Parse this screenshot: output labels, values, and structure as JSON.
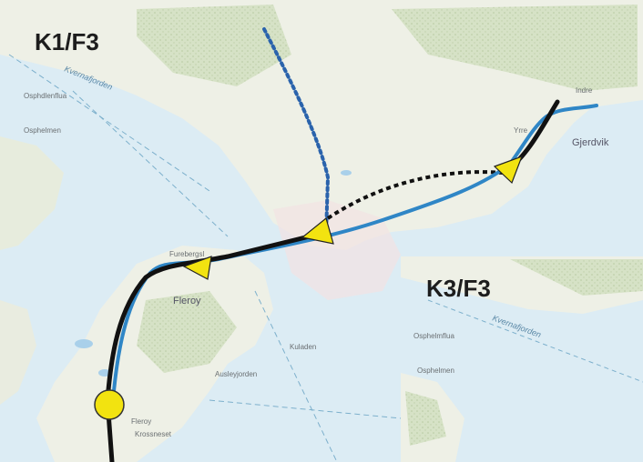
{
  "labels": {
    "main_label": "K1/F3",
    "inset_label": "K3/F3"
  },
  "places": {
    "gjerdvik": "Gjerdvik",
    "yrre": "Yrre",
    "fleroy": "Fleroy",
    "furebergsl": "Furebergsl",
    "fleroy_south": "Fleroy",
    "krossneset": "Krossneset",
    "osphdlenflua": "Osphdlenflua",
    "osphelmen": "Osphelmen",
    "auslegjorden": "Ausleyjorden",
    "kuladen": "Kuladen",
    "indre": "Indre",
    "inset_osphelmflua": "Osphelmflua",
    "inset_osphelmen": "Osphelmen"
  },
  "water": {
    "fjord_main": "Kvernafjorden",
    "fjord_inset": "Kvernafjorden"
  },
  "colors": {
    "water": "#dcecf4",
    "land": "#eef0e6",
    "forest": "#cfdcc0",
    "route_blue": "#2f86c6",
    "route_black": "#111111",
    "marker_yellow": "#f2e310",
    "dotted_blue": "#2a63ac"
  },
  "icons": {
    "arrow_marker": "triangle-arrow-icon",
    "junction_marker": "circle-icon"
  }
}
